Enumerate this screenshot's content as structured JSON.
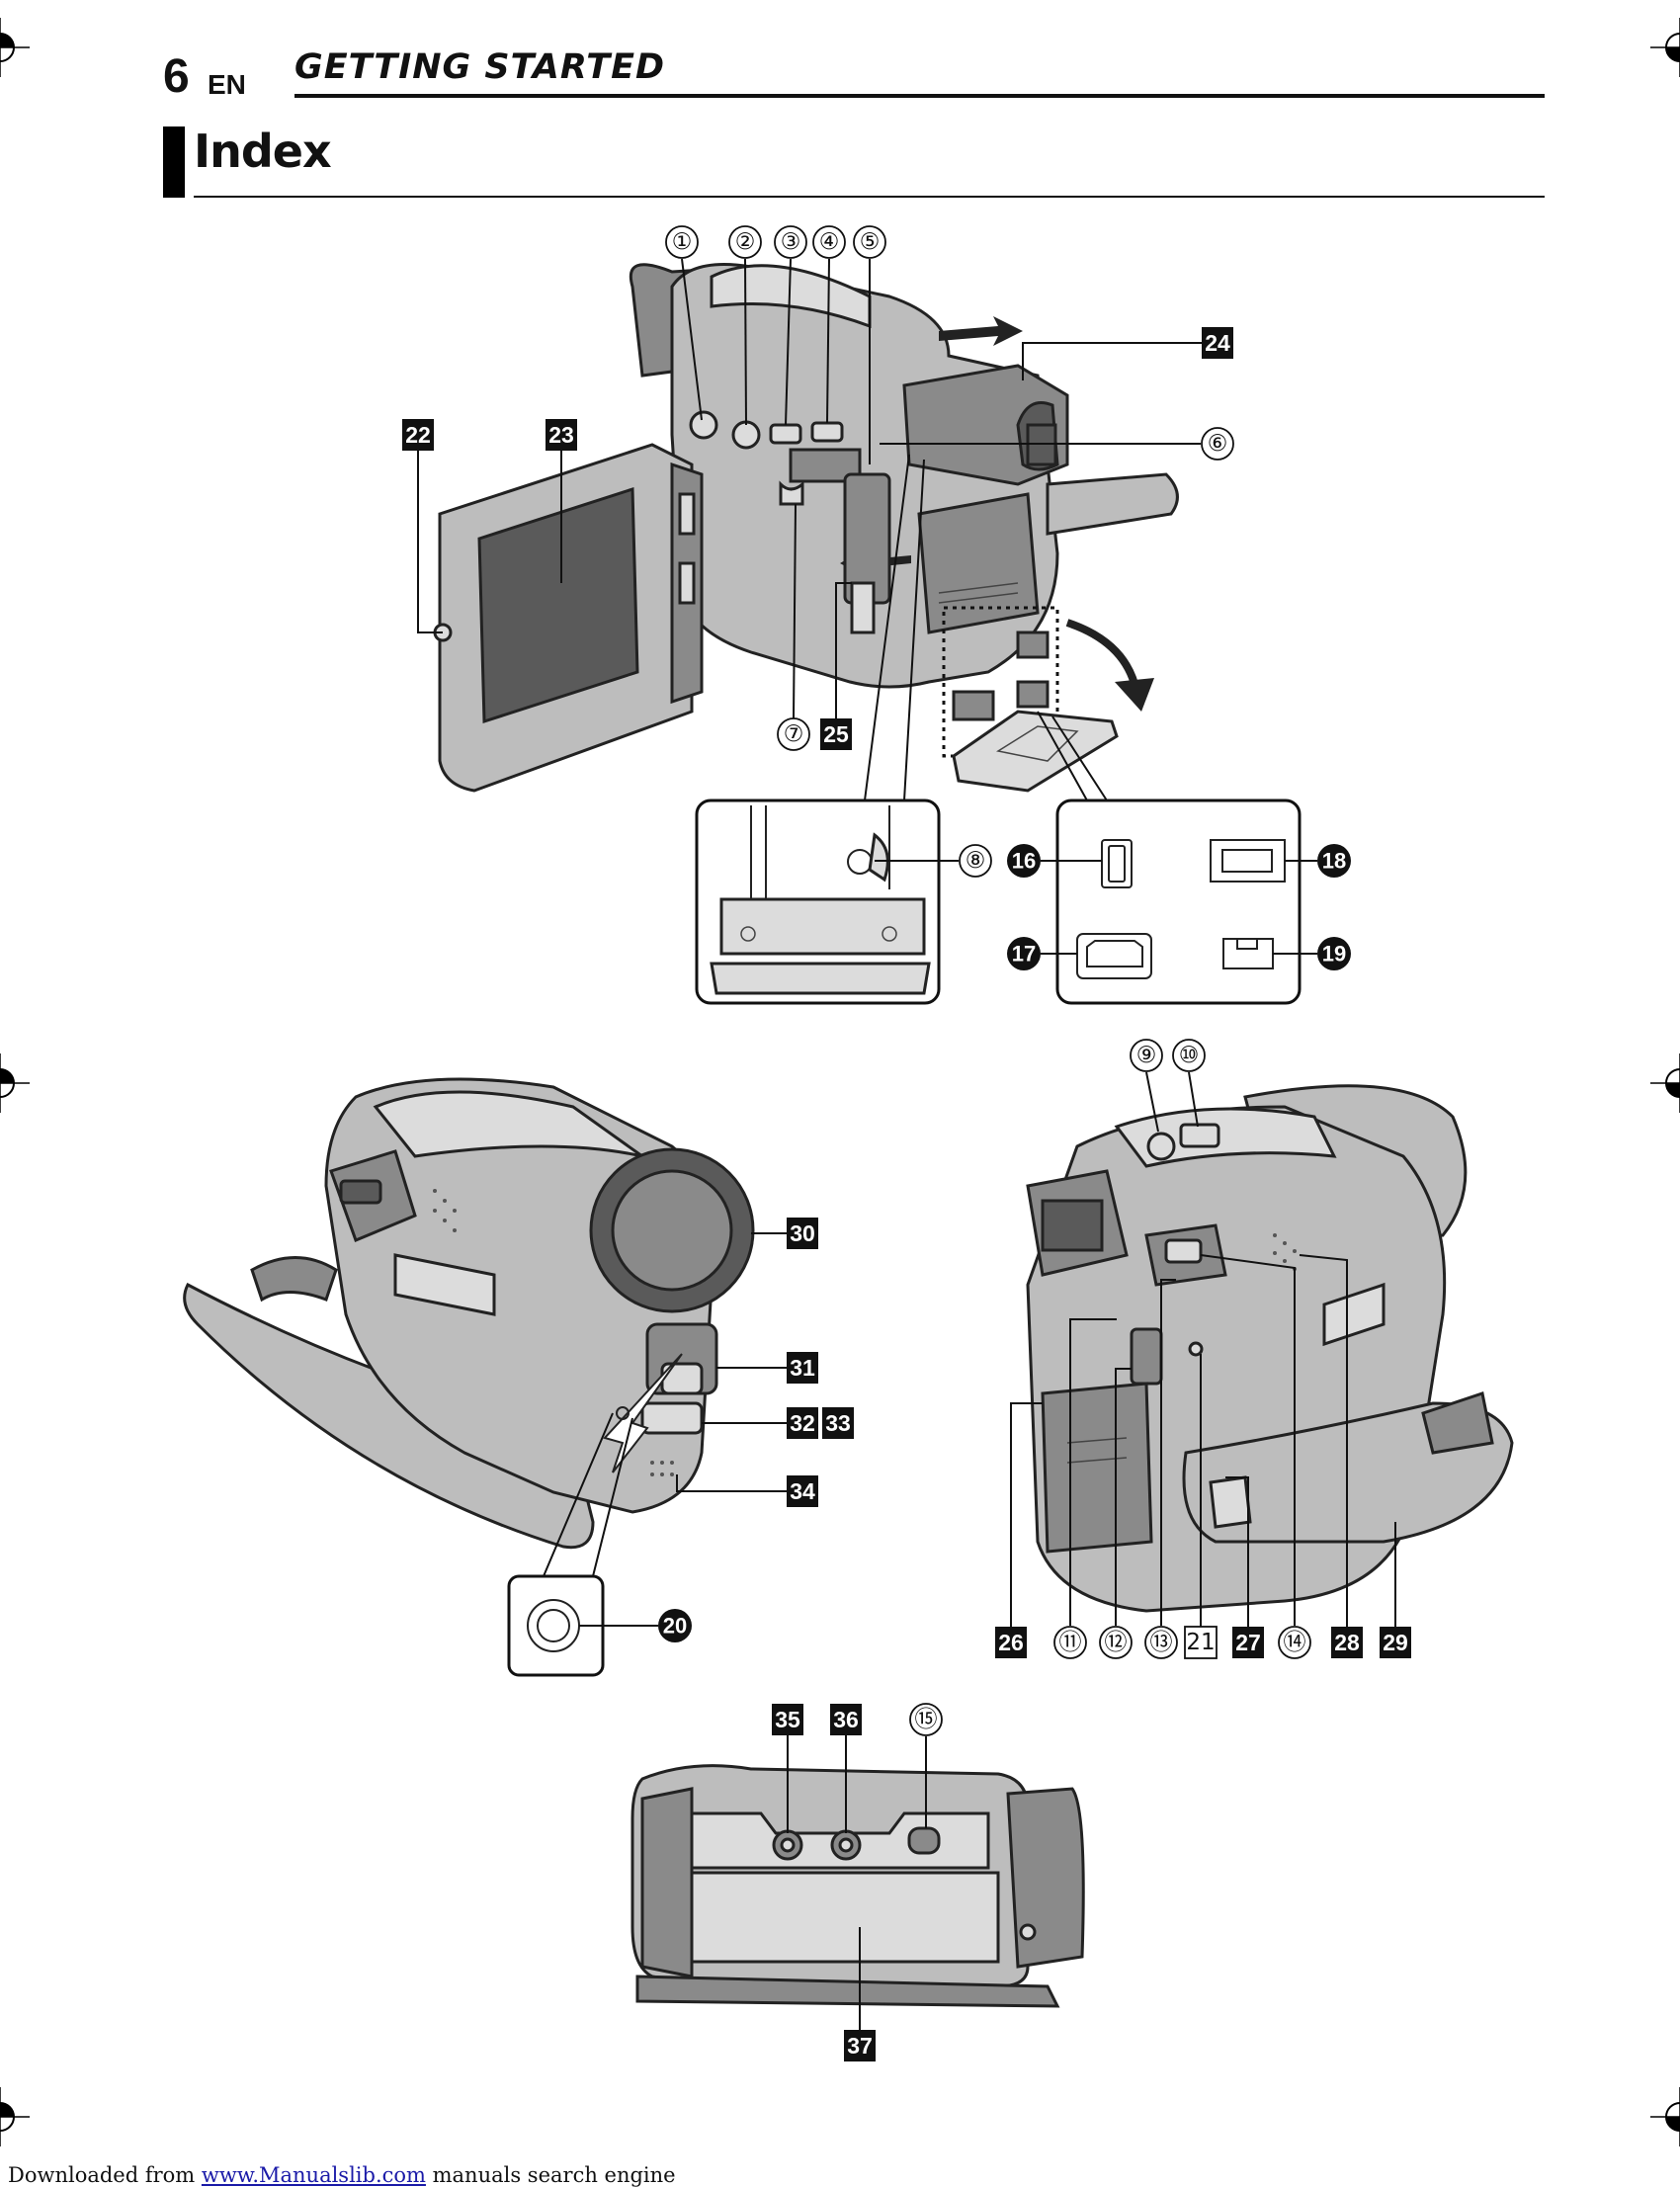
{
  "header": {
    "page_number": "6",
    "language": "EN",
    "section": "GETTING STARTED"
  },
  "title": "Index",
  "callouts": {
    "c1": "①",
    "c2": "②",
    "c3": "③",
    "c4": "④",
    "c5": "⑤",
    "c6": "⑥",
    "c7": "⑦",
    "c8": "⑧",
    "c9": "⑨",
    "c10": "⑩",
    "c11": "⑪",
    "c12": "⑫",
    "c13": "⑬",
    "c14": "⑭",
    "c15": "⑮",
    "c16": "16",
    "c17": "17",
    "c18": "18",
    "c19": "19",
    "c20": "20",
    "c21": "21",
    "c22": "22",
    "c23": "23",
    "c24": "24",
    "c25": "25",
    "c26": "26",
    "c27": "27",
    "c28": "28",
    "c29": "29",
    "c30": "30",
    "c31": "31",
    "c32": "32",
    "c33": "33",
    "c34": "34",
    "c35": "35",
    "c36": "36",
    "c37": "37"
  },
  "footer": {
    "prefix": "Downloaded from ",
    "link": "www.Manualslib.com",
    "suffix": " manuals search engine"
  }
}
